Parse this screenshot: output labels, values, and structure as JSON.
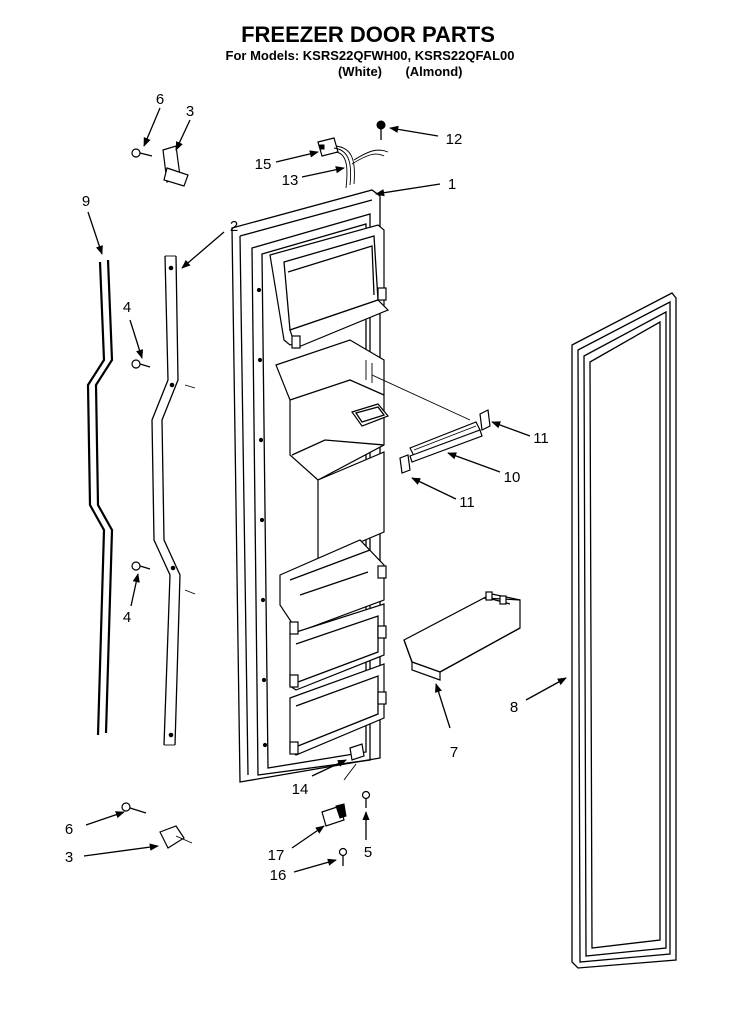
{
  "title": "FREEZER DOOR PARTS",
  "models_line": "For Models: KSRS22QFWH00, KSRS22QFAL00",
  "color_white": "(White)",
  "color_almond": "(Almond)",
  "callouts": {
    "c1": "1",
    "c2": "2",
    "c3_top": "3",
    "c3_bottom": "3",
    "c4_upper": "4",
    "c4_lower": "4",
    "c5": "5",
    "c6_top": "6",
    "c6_bottom": "6",
    "c7": "7",
    "c8": "8",
    "c9": "9",
    "c10": "10",
    "c11_upper": "11",
    "c11_lower": "11",
    "c12": "12",
    "c13": "13",
    "c14": "14",
    "c15": "15",
    "c16": "16",
    "c17": "17"
  }
}
